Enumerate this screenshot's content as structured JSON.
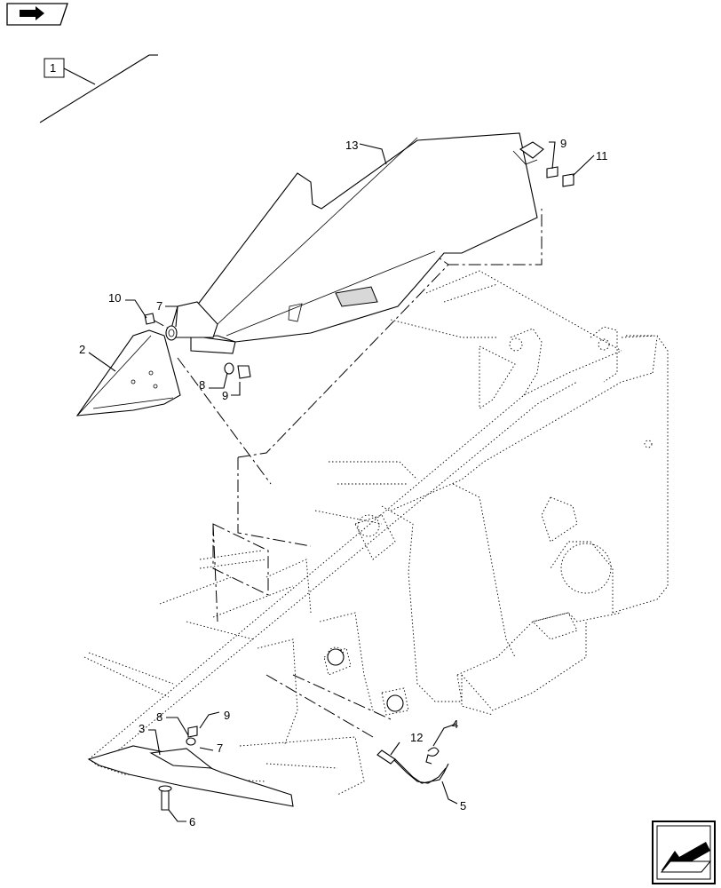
{
  "diagram": {
    "assembly_index": "1",
    "part_callouts": [
      "2",
      "3",
      "4",
      "5",
      "6",
      "7",
      "7",
      "8",
      "8",
      "9",
      "9",
      "9",
      "10",
      "11",
      "12",
      "13"
    ]
  },
  "nav": {
    "top_icon": "book-arrow-icon",
    "bottom_icon": "exploded-view-arrow-icon"
  }
}
